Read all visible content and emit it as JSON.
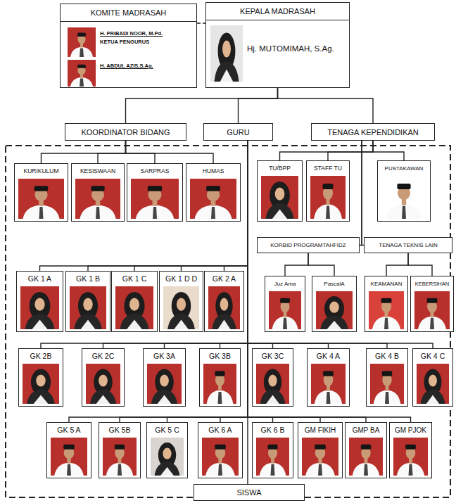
{
  "diagram": {
    "nodes": [
      {
        "text": [
          "KOMITE MADRASAH",
          "H. PRIBADI NOOR, M.Pd.",
          "KETUA PENGURUS",
          "H. ABDUL AZIS,S.Ag."
        ]
      },
      {
        "text": [
          "KEPALA MADRASAH",
          "Hj. MUTOMIMAH, S.Ag."
        ]
      },
      {
        "text": [
          "KOORDINATOR BIDANG"
        ]
      },
      {
        "text": [
          "GURU"
        ]
      },
      {
        "text": [
          "TENAGA KEPENDIDIKAN"
        ]
      },
      {
        "text": [
          "KURIKULUM"
        ]
      },
      {
        "text": [
          "KESISWAAN"
        ]
      },
      {
        "text": [
          "SARPRAS"
        ]
      },
      {
        "text": [
          "HUMAS"
        ]
      },
      {
        "text": [
          "TU/BPP"
        ]
      },
      {
        "text": [
          "STAFF TU"
        ]
      },
      {
        "text": [
          "PUSTAKAWAN"
        ]
      },
      {
        "text": [
          "KORBID PROGRAMTAHFIDZ"
        ]
      },
      {
        "text": [
          "TENAGA TEKNIS LAIN"
        ]
      },
      {
        "text": [
          "GK 1 A"
        ]
      },
      {
        "text": [
          "GK 1 B"
        ]
      },
      {
        "text": [
          "GK 1 C"
        ]
      },
      {
        "text": [
          "GK 1 D D"
        ]
      },
      {
        "text": [
          "GK 2 A"
        ]
      },
      {
        "text": [
          "Juz Ama"
        ]
      },
      {
        "text": [
          "PascalA"
        ]
      },
      {
        "text": [
          "KEAMANAN"
        ]
      },
      {
        "text": [
          "KEBERSIHAN"
        ]
      },
      {
        "text": [
          "GK 2B"
        ]
      },
      {
        "text": [
          "GK 2C"
        ]
      },
      {
        "text": [
          "GK 3A"
        ]
      },
      {
        "text": [
          "GK 3B"
        ]
      },
      {
        "text": [
          "GK 3C"
        ]
      },
      {
        "text": [
          "GK 4 A"
        ]
      },
      {
        "text": [
          "GK 4 B"
        ]
      },
      {
        "text": [
          "GK 4 C"
        ]
      },
      {
        "text": [
          "GK 5 A"
        ]
      },
      {
        "text": [
          "GK 5B"
        ]
      },
      {
        "text": [
          "GK 5 C"
        ]
      },
      {
        "text": [
          "GK 6 A"
        ]
      },
      {
        "text": [
          "GK 6 B"
        ]
      },
      {
        "text": [
          "GM FIKIH"
        ]
      },
      {
        "text": [
          "GMP BA"
        ]
      },
      {
        "text": [
          "GM PJOK"
        ]
      },
      {
        "text": [
          "SISWA"
        ]
      }
    ],
    "edges": [
      {
        "from": 0,
        "to": 1,
        "arrow": "none"
      },
      {
        "from": 1,
        "to": 2,
        "arrow": "none"
      },
      {
        "from": 1,
        "to": 3,
        "arrow": "none"
      },
      {
        "from": 1,
        "to": 4,
        "arrow": "none"
      },
      {
        "from": 2,
        "to": 5,
        "arrow": "none"
      },
      {
        "from": 2,
        "to": 6,
        "arrow": "none"
      },
      {
        "from": 2,
        "to": 7,
        "arrow": "none"
      },
      {
        "from": 2,
        "to": 8,
        "arrow": "none"
      },
      {
        "from": 4,
        "to": 9,
        "arrow": "none"
      },
      {
        "from": 4,
        "to": 10,
        "arrow": "none"
      },
      {
        "from": 4,
        "to": 11,
        "arrow": "none"
      },
      {
        "from": 4,
        "to": 12,
        "arrow": "none"
      },
      {
        "from": 4,
        "to": 13,
        "arrow": "none"
      },
      {
        "from": 12,
        "to": 19,
        "arrow": "none"
      },
      {
        "from": 12,
        "to": 20,
        "arrow": "none"
      },
      {
        "from": 13,
        "to": 21,
        "arrow": "none"
      },
      {
        "from": 13,
        "to": 22,
        "arrow": "none"
      },
      {
        "from": 3,
        "to": 14,
        "arrow": "none"
      },
      {
        "from": 3,
        "to": 15,
        "arrow": "none"
      },
      {
        "from": 3,
        "to": 16,
        "arrow": "none"
      },
      {
        "from": 3,
        "to": 17,
        "arrow": "none"
      },
      {
        "from": 3,
        "to": 18,
        "arrow": "none"
      },
      {
        "from": 3,
        "to": 23,
        "arrow": "none"
      },
      {
        "from": 3,
        "to": 24,
        "arrow": "none"
      },
      {
        "from": 3,
        "to": 25,
        "arrow": "none"
      },
      {
        "from": 3,
        "to": 26,
        "arrow": "none"
      },
      {
        "from": 3,
        "to": 27,
        "arrow": "none"
      },
      {
        "from": 3,
        "to": 28,
        "arrow": "none"
      },
      {
        "from": 3,
        "to": 29,
        "arrow": "none"
      },
      {
        "from": 3,
        "to": 30,
        "arrow": "none"
      },
      {
        "from": 3,
        "to": 31,
        "arrow": "none"
      },
      {
        "from": 3,
        "to": 32,
        "arrow": "none"
      },
      {
        "from": 3,
        "to": 33,
        "arrow": "none"
      },
      {
        "from": 3,
        "to": 34,
        "arrow": "none"
      },
      {
        "from": 3,
        "to": 35,
        "arrow": "none"
      },
      {
        "from": 3,
        "to": 36,
        "arrow": "none"
      },
      {
        "from": 3,
        "to": 37,
        "arrow": "none"
      },
      {
        "from": 3,
        "to": 38,
        "arrow": "none"
      },
      {
        "from": 3,
        "to": 39,
        "arrow": "none"
      }
    ]
  }
}
